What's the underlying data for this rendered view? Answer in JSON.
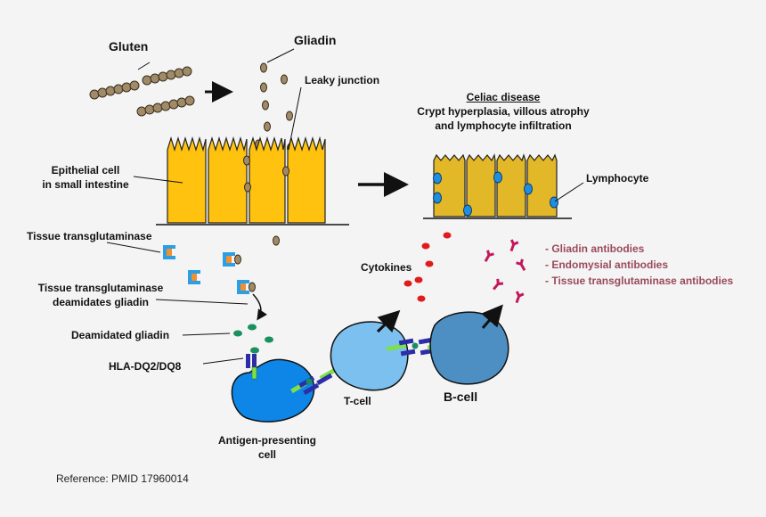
{
  "labels": {
    "gluten": "Gluten",
    "gliadin": "Gliadin",
    "leaky_junction": "Leaky junction",
    "epithelial_line1": "Epithelial cell",
    "epithelial_line2": "in small intestine",
    "celiac_title": "Celiac disease",
    "celiac_line1": "Crypt hyperplasia, villous atrophy",
    "celiac_line2": "and lymphocyte infiltration",
    "lymphocyte": "Lymphocyte",
    "ttg": "Tissue transglutaminase",
    "ttg_deam_line1": "Tissue transglutaminase",
    "ttg_deam_line2": "deamidates gliadin",
    "deamidated": "Deamidated gliadin",
    "hla": "HLA-DQ2/DQ8",
    "apc_line1": "Antigen-presenting",
    "apc_line2": "cell",
    "tcell": "T-cell",
    "bcell": "B-cell",
    "cytokines": "Cytokines"
  },
  "antibodies": [
    "- Gliadin antibodies",
    "- Endomysial antibodies",
    "- Tissue transglutaminase antibodies"
  ],
  "reference": "Reference: PMID 17960014",
  "colors": {
    "gluten_bead": "#a08a68",
    "epithelium": "#ffc20e",
    "diseased_epithelium": "#e2b728",
    "lymphocyte": "#1e8fe0",
    "apc": "#0d86e8",
    "tcell": "#7cc0f0",
    "bcell": "#4d8fc2",
    "cytokine": "#e01b1b",
    "antibody": "#c2185b",
    "deamidated_gliadin": "#1a9060",
    "ttg_blue": "#2a9fe6",
    "ttg_orange": "#f0902f",
    "hla_blue": "#2d2da8",
    "tcr_green": "#7de04a",
    "antibody_text": "#9a4a5b"
  }
}
